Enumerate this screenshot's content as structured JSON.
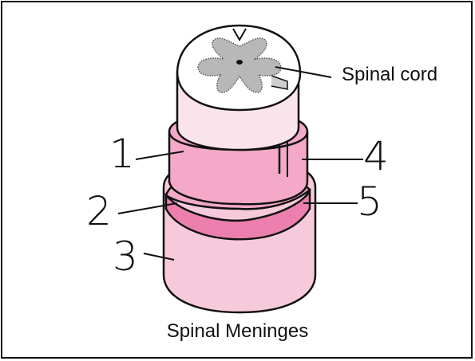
{
  "diagram": {
    "caption": "Spinal Meninges",
    "labels": {
      "spinal_cord": "Spinal cord",
      "layer_1": "1",
      "layer_2": "2",
      "layer_3": "3",
      "layer_4": "4",
      "layer_5": "5"
    },
    "colors": {
      "outer_sheath": "#f7cadb",
      "middle_sheath": "#f3a9c7",
      "inner_band": "#ec7fae",
      "cord_white_matter": "#fbe3ec",
      "grey_matter": "#b8b8b8",
      "outline": "#111111"
    }
  }
}
